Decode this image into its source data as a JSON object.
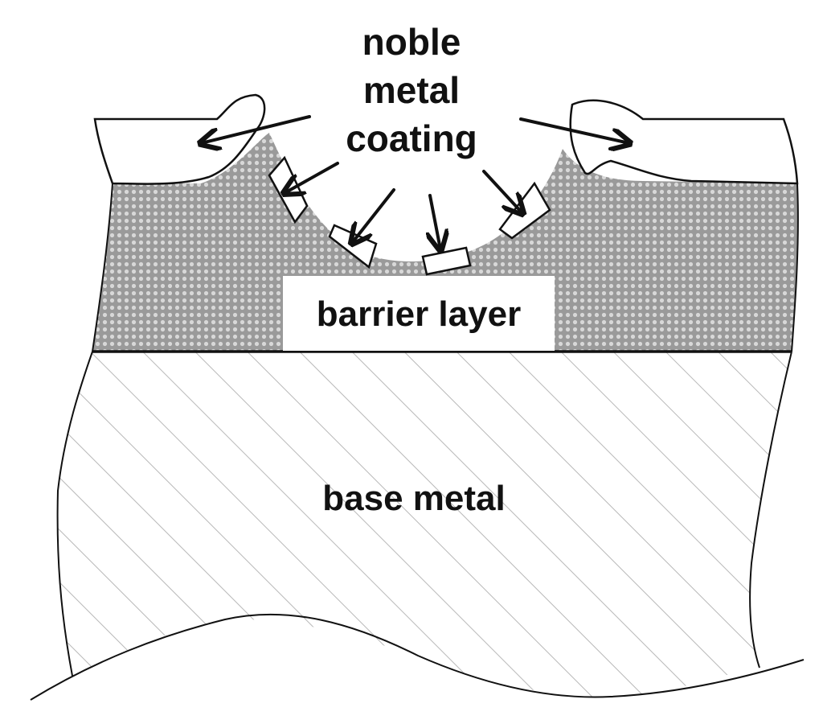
{
  "labels": {
    "coating_line1": "noble",
    "coating_line2": "metal",
    "coating_line3": "coating",
    "barrier": "barrier layer",
    "base": "base metal"
  },
  "colors": {
    "outline": "#111111",
    "barrier_fill": "#9a9a9a",
    "barrier_dots": "#d8d8d8",
    "hatch": "#b8b8b8",
    "background": "#ffffff"
  }
}
